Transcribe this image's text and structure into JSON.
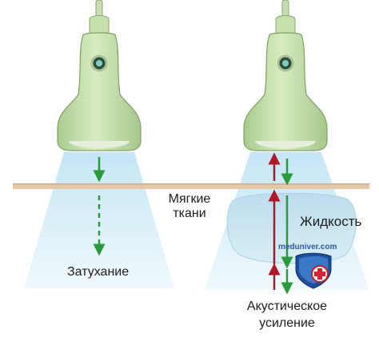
{
  "labels": {
    "soft_tissue_line1": "Мягкие",
    "soft_tissue_line2": "ткани",
    "fluid": "Жидкость",
    "attenuation": "Затухание",
    "enhancement_line1": "Акустическое",
    "enhancement_line2": "усиление"
  },
  "watermark": "meduniver.com",
  "colors": {
    "probe_body": "#c8e2ad",
    "probe_head": "#e2ecd4",
    "beam": "#cfe9f6",
    "skin_line": "#e6c7a6",
    "arrow_green": "#2a9a3a",
    "arrow_red": "#b0182a",
    "fluid": "#c5e3f0"
  }
}
